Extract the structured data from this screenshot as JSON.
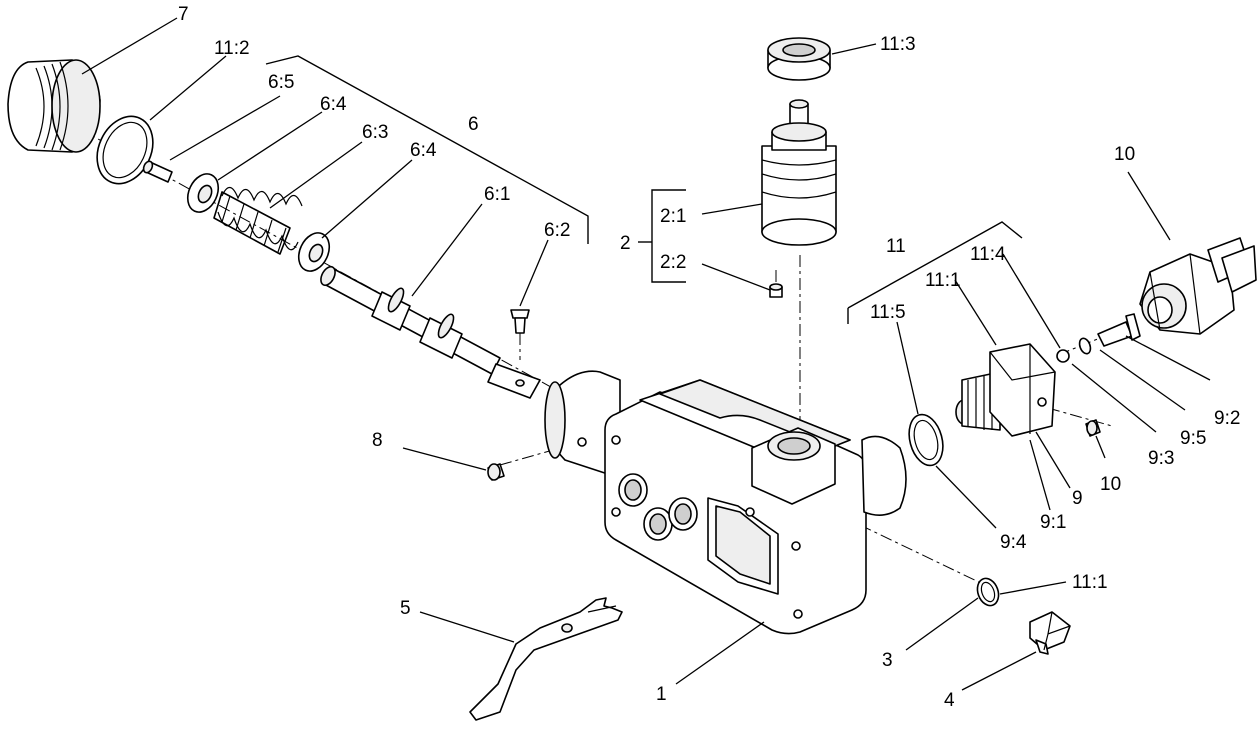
{
  "callouts": {
    "c7": "7",
    "c11_2": "11:2",
    "c6_5": "6:5",
    "c6_4a": "6:4",
    "c6": "6",
    "c6_3": "6:3",
    "c6_4b": "6:4",
    "c6_1": "6:1",
    "c6_2": "6:2",
    "c11_3": "11:3",
    "c2": "2",
    "c2_1": "2:1",
    "c2_2": "2:2",
    "c10_top": "10",
    "c11": "11",
    "c11_4": "11:4",
    "c11_1_top": "11:1",
    "c11_5": "11:5",
    "c8": "8",
    "c9_2": "9:2",
    "c9_5": "9:5",
    "c9_3": "9:3",
    "c10_mid": "10",
    "c9": "9",
    "c9_1": "9:1",
    "c9_4": "9:4",
    "c11_1_bot": "11:1",
    "c5": "5",
    "c3": "3",
    "c1": "1",
    "c4": "4"
  }
}
